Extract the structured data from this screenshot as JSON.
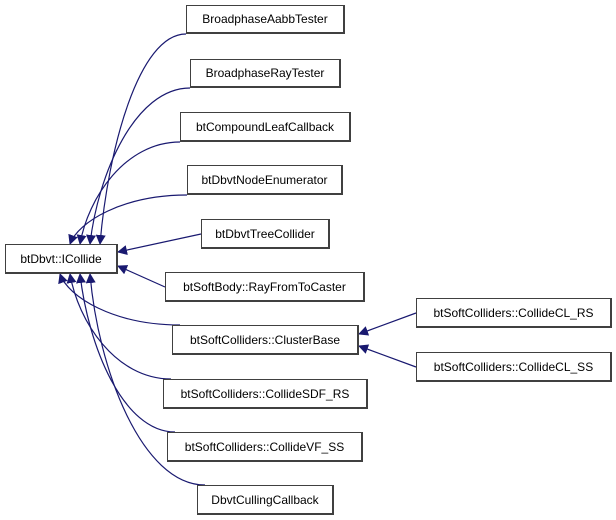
{
  "diagram": {
    "type": "inheritance-graph",
    "edge_color": "#191970",
    "root": {
      "id": "root",
      "label": "btDbvt::ICollide"
    },
    "nodes": [
      {
        "id": "n1",
        "label": "BroadphaseAabbTester",
        "parent": "root"
      },
      {
        "id": "n2",
        "label": "BroadphaseRayTester",
        "parent": "root"
      },
      {
        "id": "n3",
        "label": "btCompoundLeafCallback",
        "parent": "root"
      },
      {
        "id": "n4",
        "label": "btDbvtNodeEnumerator",
        "parent": "root"
      },
      {
        "id": "n5",
        "label": "btDbvtTreeCollider",
        "parent": "root"
      },
      {
        "id": "n6",
        "label": "btSoftBody::RayFromToCaster",
        "parent": "root"
      },
      {
        "id": "n7",
        "label": "btSoftColliders::ClusterBase",
        "parent": "root"
      },
      {
        "id": "n8",
        "label": "btSoftColliders::CollideSDF_RS",
        "parent": "root"
      },
      {
        "id": "n9",
        "label": "btSoftColliders::CollideVF_SS",
        "parent": "root"
      },
      {
        "id": "n10",
        "label": "DbvtCullingCallback",
        "parent": "root"
      },
      {
        "id": "n11",
        "label": "btSoftColliders::CollideCL_RS",
        "parent": "n7"
      },
      {
        "id": "n12",
        "label": "btSoftColliders::CollideCL_SS",
        "parent": "n7"
      }
    ]
  }
}
